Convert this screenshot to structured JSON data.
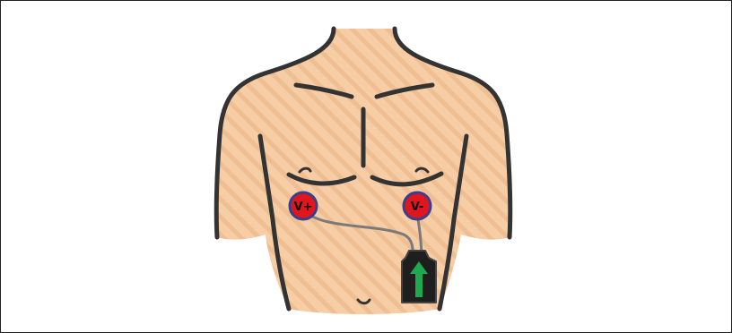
{
  "diagram": {
    "electrodes": [
      {
        "id": "v-plus",
        "label": "V+",
        "color": "#e0161e",
        "ring": "#3a3f8c"
      },
      {
        "id": "v-minus",
        "label": "V-",
        "color": "#e0161e",
        "ring": "#3a3f8c"
      }
    ],
    "skin_color": "#f6cda4",
    "stripe_color": "#efbf93",
    "outline_color": "#333333",
    "lead_color": "#7a7a7a",
    "device": {
      "body_color": "#1e1e1e",
      "arrow_color": "#1fa84f",
      "arrow_icon": "arrow-up-icon"
    }
  }
}
